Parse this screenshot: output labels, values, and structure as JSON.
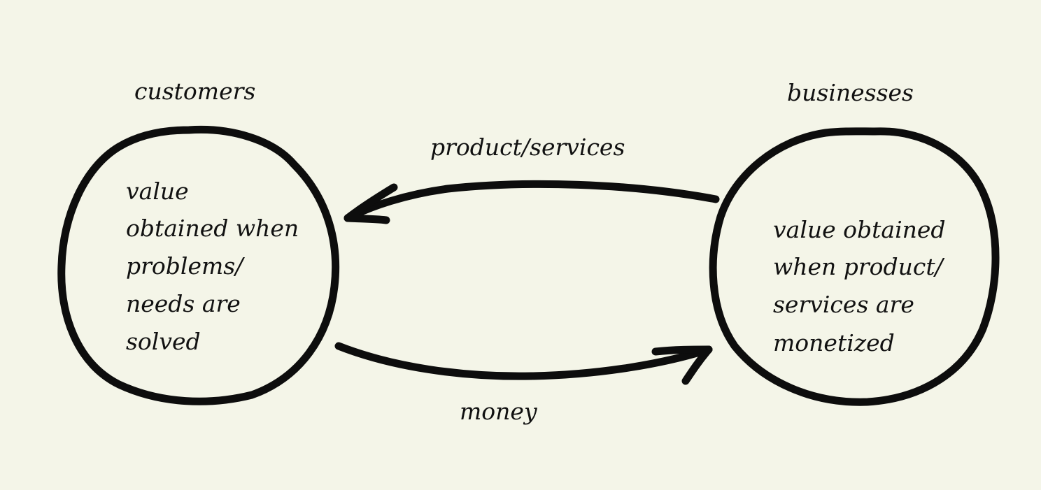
{
  "background_color": "#f4f5e8",
  "nodes": {
    "customers": {
      "title": "customers",
      "lines": [
        "value",
        "obtained when",
        "problems/",
        "needs are",
        "solved"
      ]
    },
    "businesses": {
      "title": "businesses",
      "lines": [
        "value obtained",
        "when product/",
        "services are",
        "monetized"
      ]
    }
  },
  "edges": {
    "top": {
      "label": "product/services",
      "from": "businesses",
      "to": "customers"
    },
    "bottom": {
      "label": "money",
      "from": "customers",
      "to": "businesses"
    }
  }
}
